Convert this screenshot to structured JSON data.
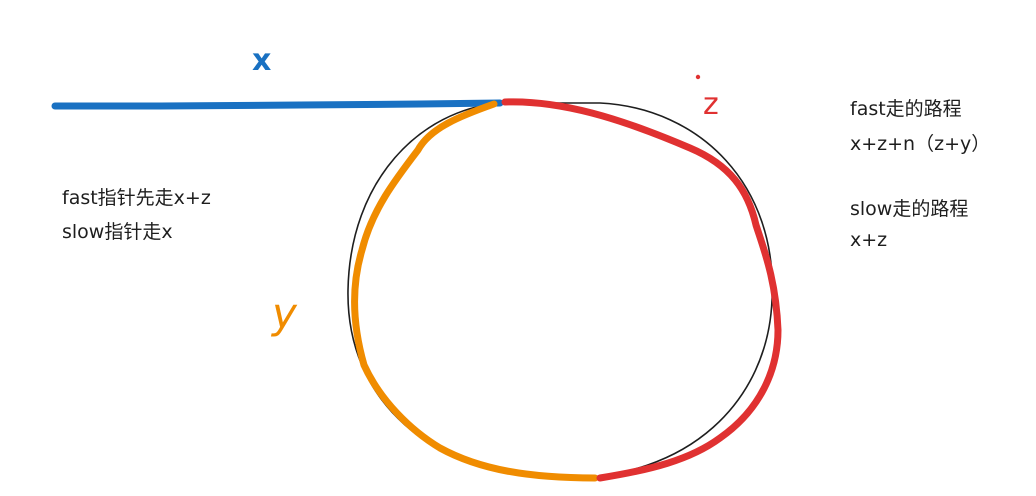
{
  "colors": {
    "x_segment": "#1971c2",
    "y_segment": "#f08c00",
    "z_segment": "#e03131",
    "circle": "#1e1e1e",
    "text": "#1e1e1e"
  },
  "segment_labels": {
    "x": "x",
    "y": "y",
    "z": "z"
  },
  "left_note": {
    "line1": "fast指针先走x+z",
    "line2": "slow指针走x"
  },
  "right_notes": {
    "fast_title": "fast走的路程",
    "fast_formula": "x+z+n（z+y）",
    "slow_title": "slow走的路程",
    "slow_formula": "x+z"
  }
}
